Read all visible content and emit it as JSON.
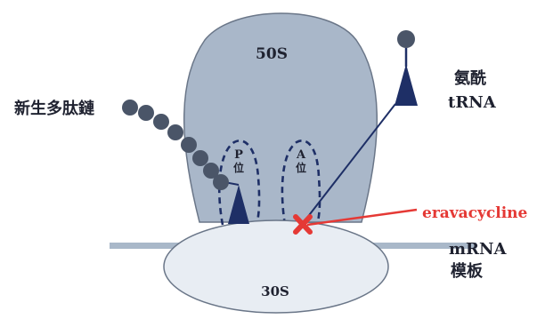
{
  "diagram": {
    "subunits": {
      "large": "50S",
      "small": "30S"
    },
    "sites": {
      "p_letter": "P",
      "p_char": "位",
      "a_letter": "A",
      "a_char": "位"
    },
    "labels": {
      "nascent_chain": "新生多肽鏈",
      "aminoacyl_line1": "氨酰",
      "aminoacyl_line2": "tRNA",
      "drug": "eravacycline",
      "mrna_line1": "mRNA",
      "mrna_line2": "模板"
    },
    "colors": {
      "ribosome_large": "#a9b7c9",
      "ribosome_small": "#e8edf3",
      "subunit_outline": "#6a7688",
      "mrna_strand": "#a9b8c9",
      "chain_bead": "#4a5568",
      "trna_dark": "#1e2f66",
      "site_dash": "#1e2f66",
      "inhibitor_red": "#e53935"
    },
    "icons": {
      "inhibitor": "red-x-icon",
      "trna": "trna-triangle-icon",
      "chain_bead": "amino-acid-bead-icon"
    }
  }
}
